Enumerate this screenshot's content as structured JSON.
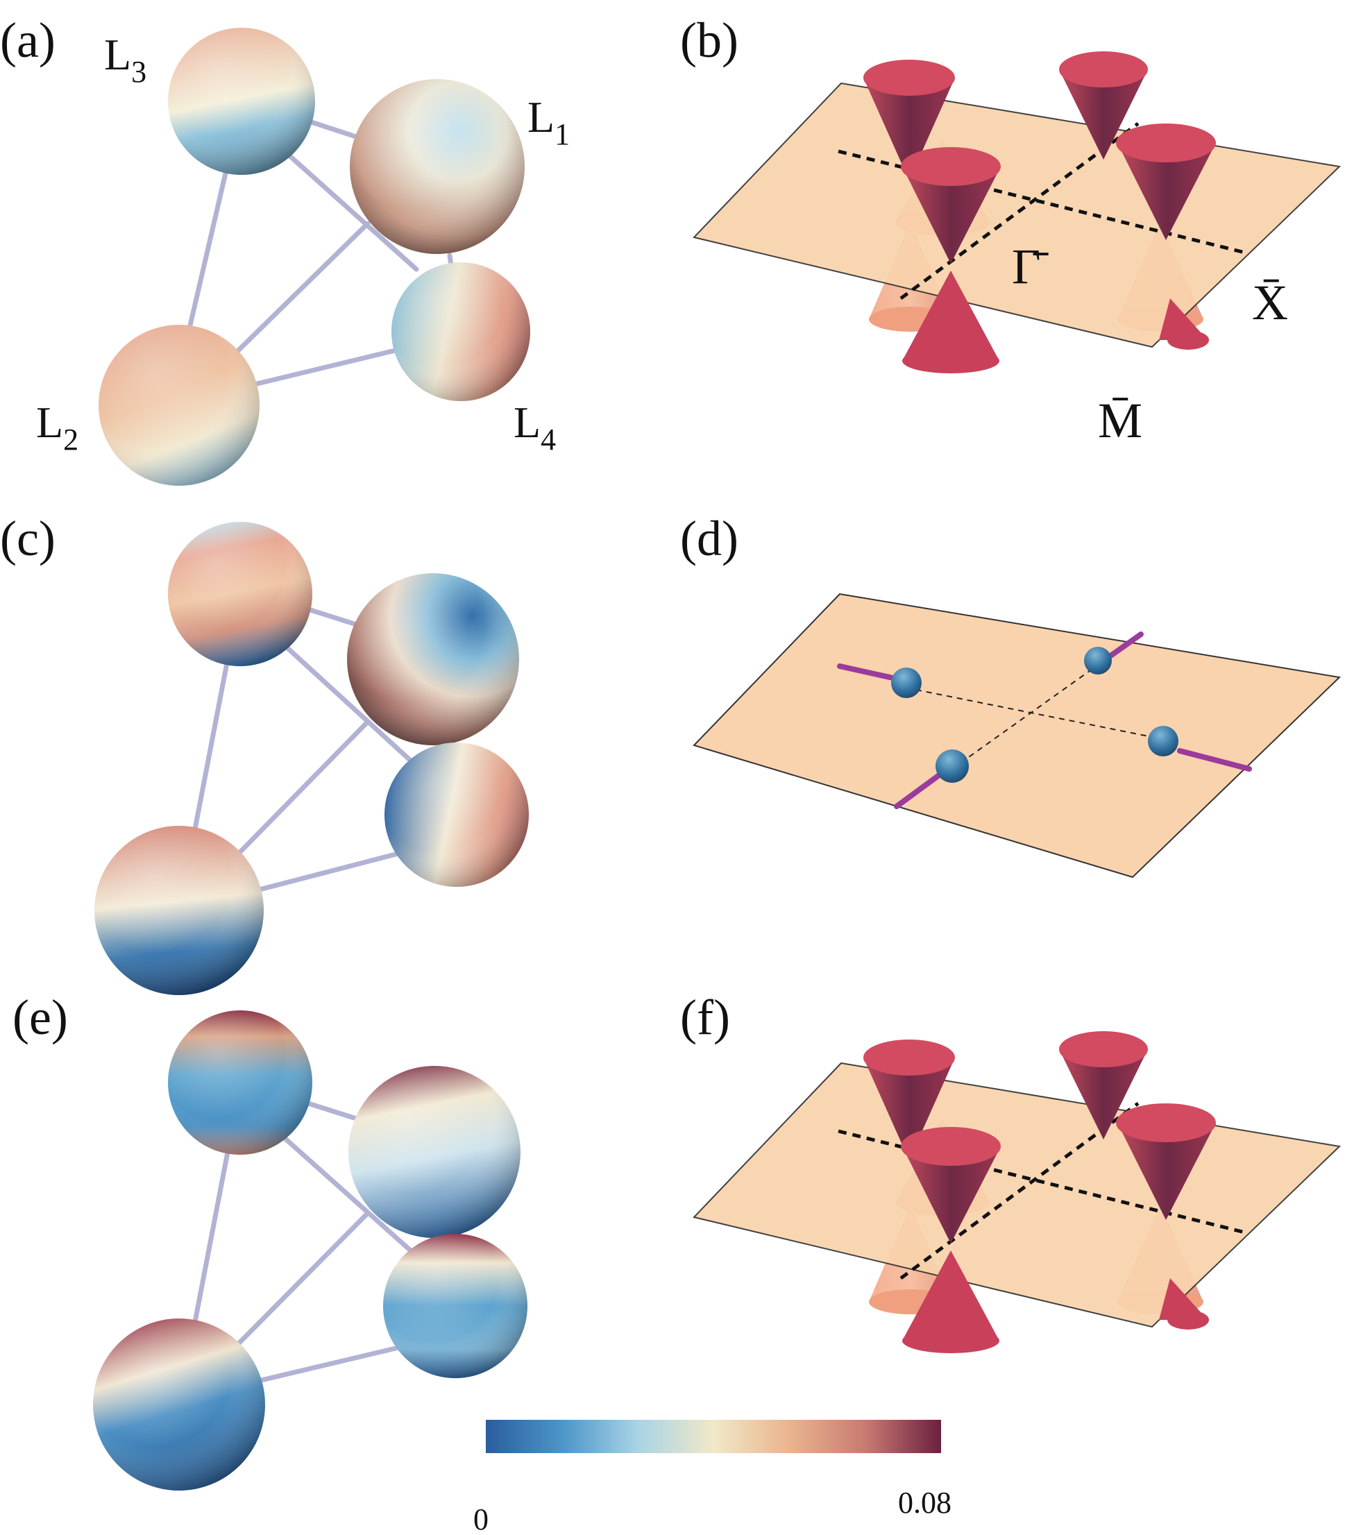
{
  "panels": {
    "a": "(a)",
    "b": "(b)",
    "c": "(c)",
    "d": "(d)",
    "e": "(e)",
    "f": "(f)"
  },
  "nodes": {
    "L1": {
      "base": "L",
      "sub": "1"
    },
    "L2": {
      "base": "L",
      "sub": "2"
    },
    "L3": {
      "base": "L",
      "sub": "3"
    },
    "L4": {
      "base": "L",
      "sub": "4"
    }
  },
  "kpoints": {
    "gamma": "Γ̄",
    "x": "X̄",
    "m": "M̄"
  },
  "colorbar": {
    "min_label": "0",
    "max_label": "0.08",
    "min": 0,
    "max": 0.08,
    "colors": [
      "#2b5d9e",
      "#4b95c8",
      "#a9d3e6",
      "#f0e9c8",
      "#e9b48e",
      "#c97a72",
      "#6b2040"
    ]
  },
  "colors": {
    "plane_fill": "#f9d3ad",
    "cone_upper": "#c43a52",
    "cone_lower": "#f4a07a",
    "bond": "#b2b3d4",
    "weyl_line": "#9b3b9c",
    "weyl_point": "#2f6f9f"
  }
}
